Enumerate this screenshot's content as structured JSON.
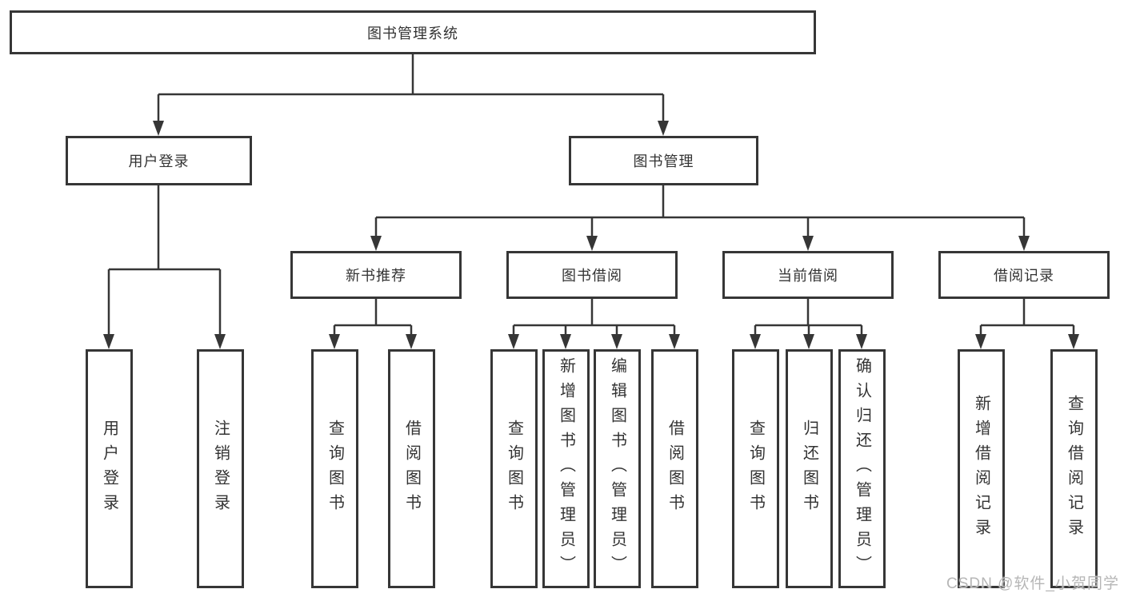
{
  "diagram": {
    "root": "图书管理系统",
    "level2": [
      {
        "label": "用户登录"
      },
      {
        "label": "图书管理"
      }
    ],
    "level3": [
      {
        "label": "新书推荐"
      },
      {
        "label": "图书借阅"
      },
      {
        "label": "当前借阅"
      },
      {
        "label": "借阅记录"
      }
    ],
    "leaves": {
      "user_login": [
        "用户登录",
        "注销登录"
      ],
      "new_book_rec": [
        "查询图书",
        "借阅图书"
      ],
      "book_borrow": [
        "查询图书",
        "新增图书（管理员）",
        "编辑图书（管理员）",
        "借阅图书"
      ],
      "current_borrow": [
        "查询图书",
        "归还图书",
        "确认归还（管理员）"
      ],
      "borrow_records": [
        "新增借阅记录",
        "查询借阅记录"
      ]
    }
  },
  "watermark": "CSDN @软件_小贺同学",
  "colors": {
    "line": "#363636",
    "box_background": "#ffffff",
    "text": "#333333",
    "watermark": "#b6b6b6"
  }
}
